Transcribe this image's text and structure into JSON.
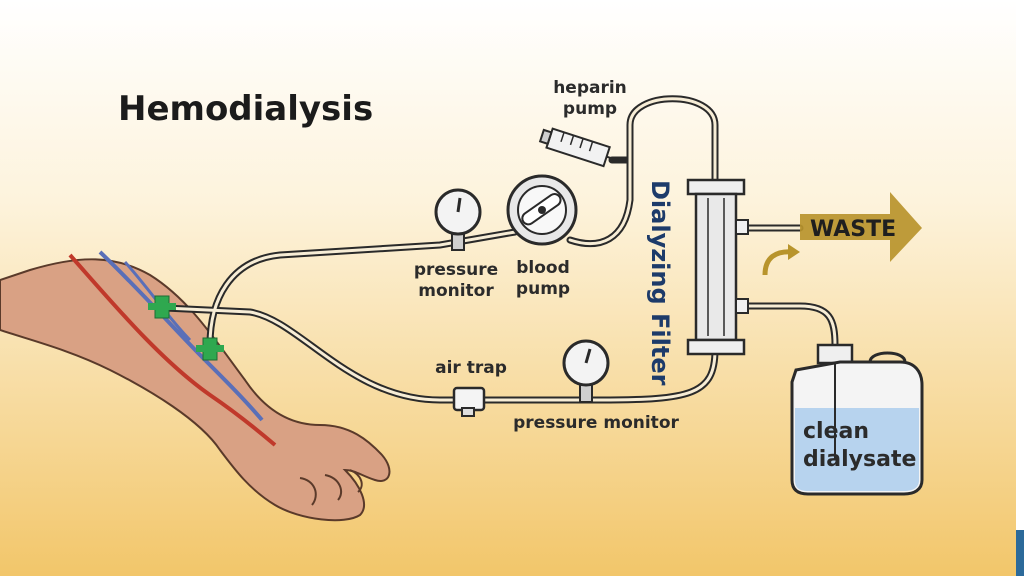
{
  "title": "Hemodialysis",
  "labels": {
    "heparin_pump": [
      "heparin",
      "pump"
    ],
    "pressure_monitor_top": [
      "pressure",
      "monitor"
    ],
    "blood_pump": [
      "blood",
      "pump"
    ],
    "dialyzing_filter": "Dialyzing Filter",
    "waste": "WASTE",
    "air_trap": "air trap",
    "pressure_monitor_bottom": "pressure monitor",
    "clean_dialysate": [
      "clean",
      "dialysate"
    ]
  },
  "colors": {
    "background_top": "#ffffff",
    "background_bottom": "#f2c66a",
    "tube": "#2a2a2a",
    "arrow": "#b8942c",
    "dialysate_fluid": "#b7d3ee",
    "clamp": "#2fa84f",
    "vein_blue": "#5a6fb8",
    "artery_red": "#c0392b"
  }
}
